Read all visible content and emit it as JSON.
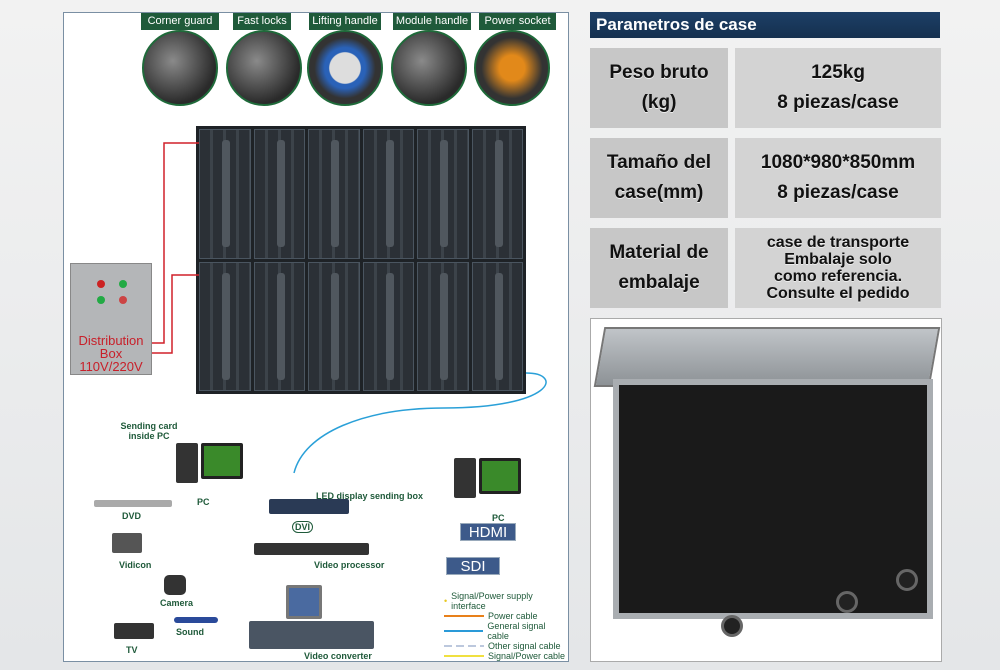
{
  "diagram": {
    "callouts": [
      "Corner guard",
      "Fast locks",
      "Lifting handle",
      "Module handle",
      "Power socket"
    ],
    "distribution_box": [
      "Distribution",
      "Box",
      "110V/220V"
    ],
    "devices": {
      "sending_card": "Sending card inside PC",
      "pc1": "PC",
      "dvd": "DVD",
      "led_box": "LED display sending box",
      "dvi": "DVI",
      "video_processor": "Video processor",
      "pc2": "PC",
      "hdmi": "HDMI",
      "sdi": "SDI",
      "vidicon": "Vidicon",
      "camera": "Camera",
      "sound": "Sound",
      "tv": "TV",
      "video_converter": "Video converter"
    },
    "legend": [
      "Signal/Power supply interface",
      "Power cable",
      "General signal cable",
      "Other signal cable",
      "Signal/Power cable"
    ]
  },
  "specs": {
    "title": "Parametros de case",
    "rows": [
      {
        "label": [
          "Peso bruto",
          "(kg)"
        ],
        "value": [
          "125kg",
          "8 piezas/case"
        ]
      },
      {
        "label": [
          "Tamaño del",
          "case(mm)"
        ],
        "value": [
          "1080*980*850mm",
          "8 piezas/case"
        ]
      },
      {
        "label": [
          "Material de",
          "embalaje"
        ],
        "value": [
          "case de transporte",
          "Embalaje solo",
          "como referencia.",
          "Consulte el pedido"
        ]
      }
    ]
  }
}
